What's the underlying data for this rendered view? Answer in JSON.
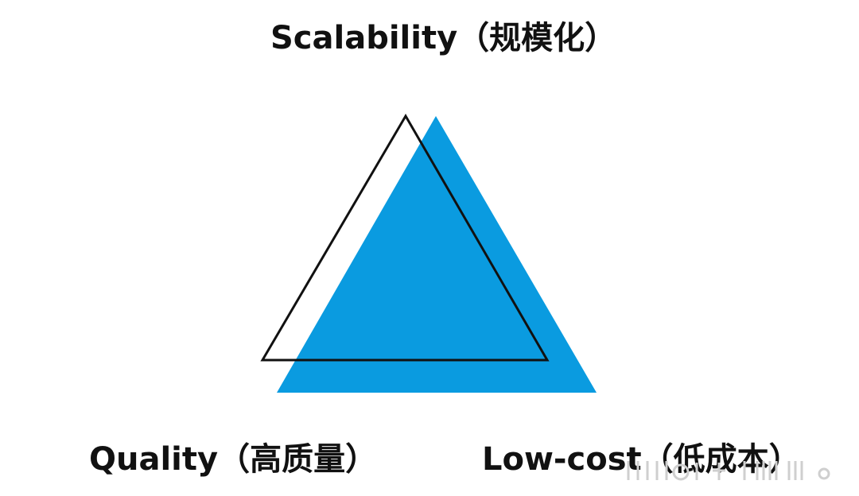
{
  "labels": {
    "top": "Scalability（规模化）",
    "bottom_left": "Quality（高质量）",
    "bottom_right": "Low-cost（低成本）"
  },
  "colors": {
    "fill_triangle": "#0A9BE0",
    "outline_triangle": "#111111",
    "text": "#111111",
    "background": "#FFFFFF"
  }
}
